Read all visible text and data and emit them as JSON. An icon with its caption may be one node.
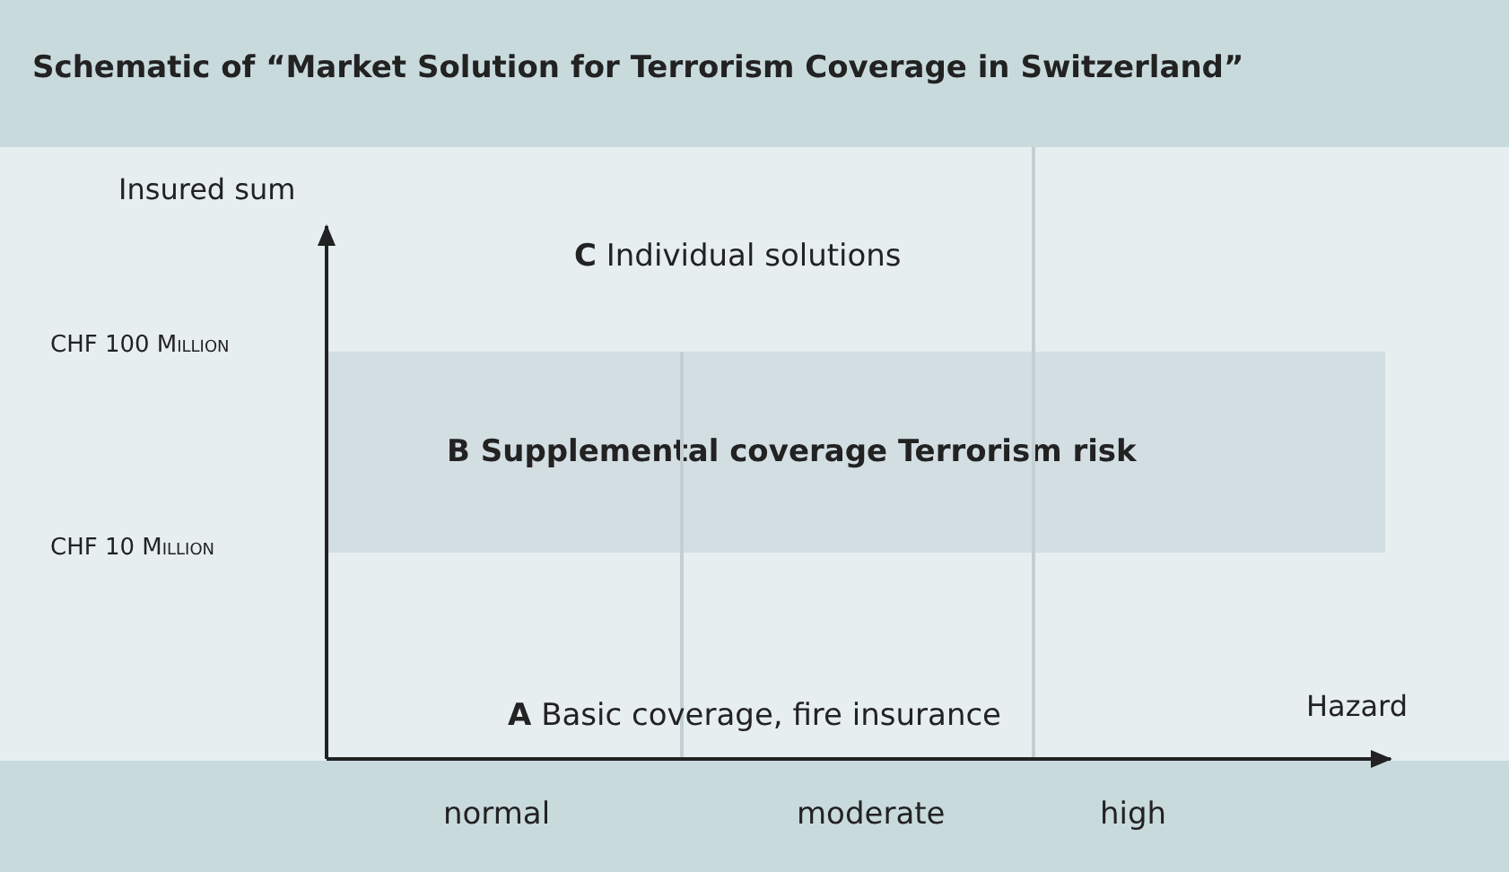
{
  "diagram": {
    "title": "Schematic of “Market Solution for Terrorism Coverage in Switzerland”",
    "nodes": [
      {
        "text": [
          "B Supplemental coverage Terrorism risk"
        ]
      }
    ],
    "labels": [
      "Insured sum",
      "**C** Individual solutions",
      "CHF 100 Million",
      "CHF 10 Million",
      "**A** Basic coverage, fire insurance",
      "Hazard",
      "normal",
      "moderate",
      "high"
    ]
  }
}
